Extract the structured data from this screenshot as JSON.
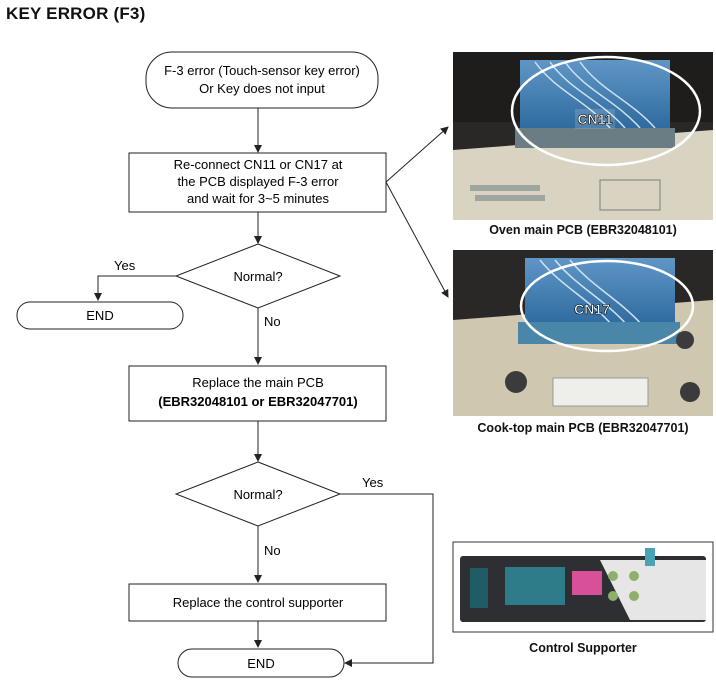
{
  "title": "KEY ERROR (F3)",
  "flow": {
    "start_line1": "F-3 error (Touch-sensor key error)",
    "start_line2": "Or Key does not input",
    "step1_line1": "Re-connect CN11 or CN17 at",
    "step1_line2": "the PCB displayed F-3 error",
    "step1_line3": "and wait for 3~5 minutes",
    "decision1": "Normal?",
    "yes1": "Yes",
    "end1": "END",
    "no1": "No",
    "step2_line1": "Replace the main PCB",
    "step2_line2": "(EBR32048101 or EBR32047701)",
    "decision2": "Normal?",
    "yes2": "Yes",
    "no2": "No",
    "step3": "Replace the control supporter",
    "end2": "END"
  },
  "photos": {
    "oven_connector": "CN11",
    "oven_caption": "Oven main PCB (EBR32048101)",
    "cooktop_connector": "CN17",
    "cooktop_caption": "Cook-top main PCB (EBR32047701)",
    "control_caption": "Control Supporter"
  }
}
